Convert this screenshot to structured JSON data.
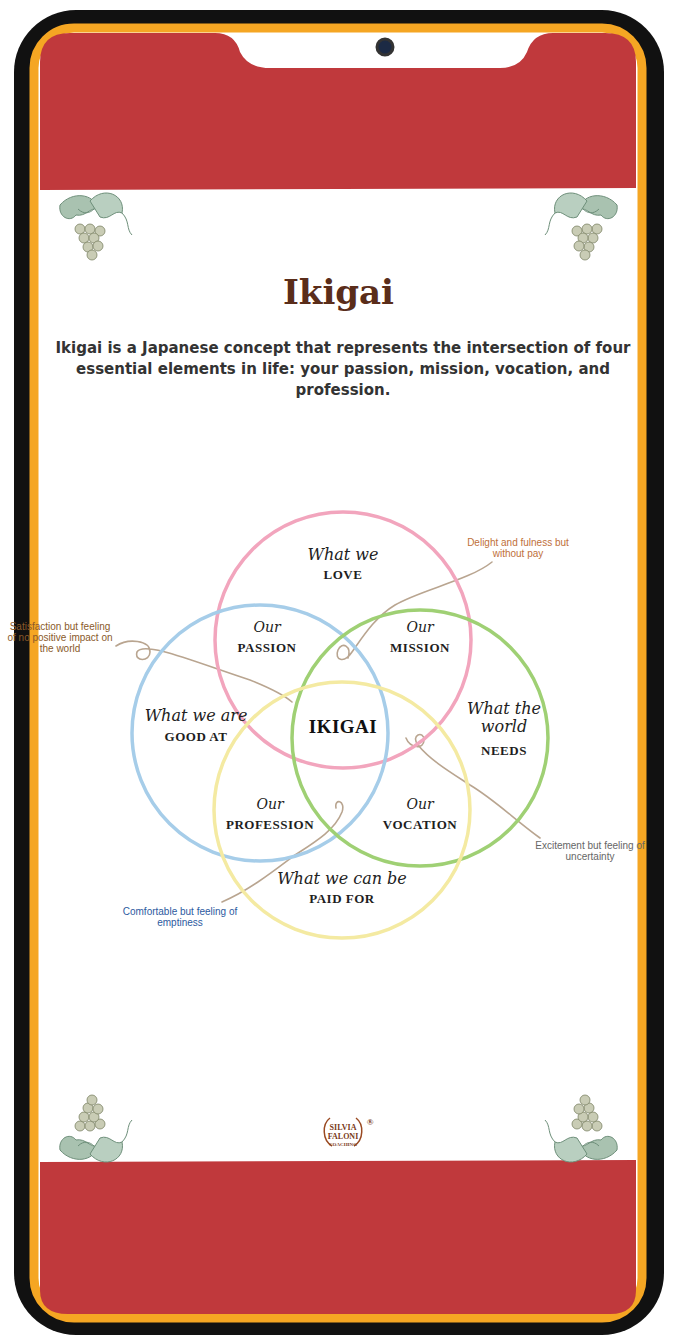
{
  "diagram": {
    "title": "Ikigai",
    "nodes": [
      {
        "text": [
          "What we",
          "LOVE"
        ]
      },
      {
        "text": [
          "What we are",
          "GOOD AT"
        ]
      },
      {
        "text": [
          "What the world",
          "NEEDS"
        ]
      },
      {
        "text": [
          "What we can be",
          "PAID FOR"
        ]
      }
    ],
    "labels": [
      "Ikigai is a Japanese concept that represents the intersection of four essential elements in life: your passion, mission, vocation, and profession.",
      "Our",
      "PASSION",
      "Our",
      "MISSION",
      "IKIGAI",
      "Our",
      "PROFESSION",
      "Our",
      "VOCATION",
      "Delight and fulness but without pay",
      "Satisfaction but feeling of no positive impact on the world",
      "Excitement but feeling of uncertainty",
      "Comfortable but feeling of emptiness",
      "SILVIA",
      "FALONI",
      "COACHING",
      "®"
    ]
  }
}
